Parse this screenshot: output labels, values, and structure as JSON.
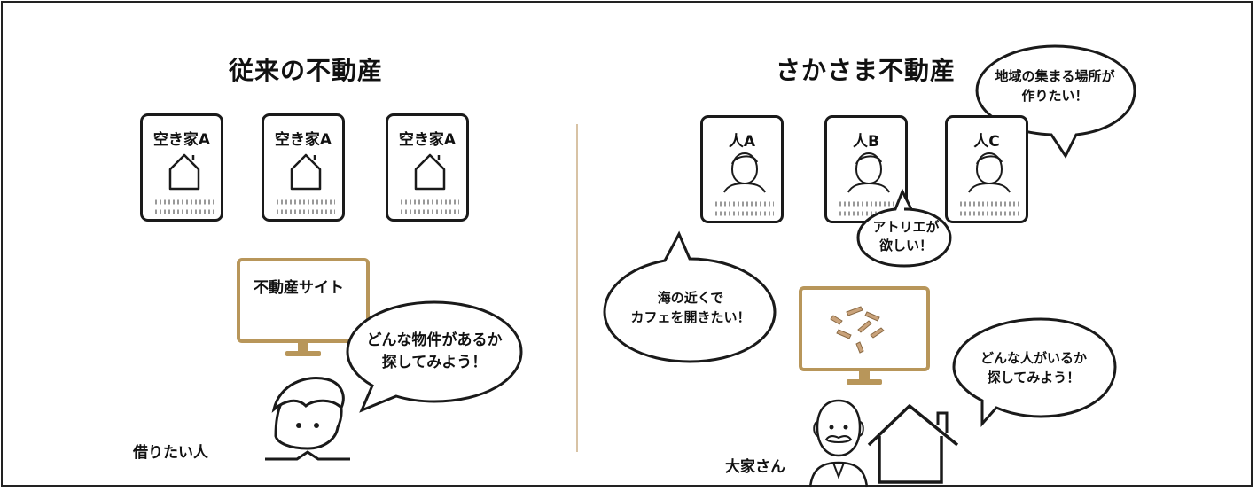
{
  "left": {
    "title": "従来の不動産",
    "cards": [
      {
        "label": "空き家A"
      },
      {
        "label": "空き家A"
      },
      {
        "label": "空き家A"
      }
    ],
    "monitor_label": "不動産サイト",
    "bubble_line1": "どんな物件があるか",
    "bubble_line2": "探してみよう！",
    "person_label": "借りたい人"
  },
  "right": {
    "title": "さかさま不動産",
    "cards": [
      {
        "label": "人A"
      },
      {
        "label": "人B"
      },
      {
        "label": "人C"
      }
    ],
    "bubble_top_line1": "地域の集まる場所が",
    "bubble_top_line2": "作りたい！",
    "bubble_atelier_line1": "アトリエが",
    "bubble_atelier_line2": "欲しい！",
    "bubble_cafe_line1": "海の近くで",
    "bubble_cafe_line2": "カフェを開きたい！",
    "bubble_search_line1": "どんな人がいるか",
    "bubble_search_line2": "探してみよう！",
    "person_label": "大家さん"
  },
  "colors": {
    "accent_gold": "#b8965a",
    "ink": "#1a1a1a",
    "divider": "#d8c3a5"
  }
}
